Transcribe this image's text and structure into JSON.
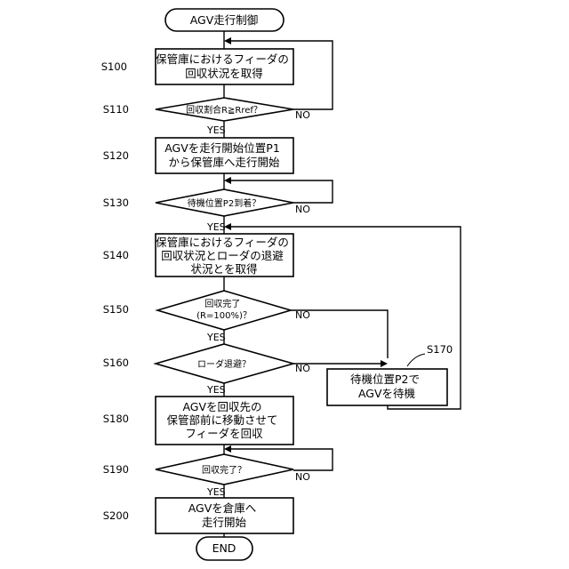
{
  "start": {
    "label": "AGV走行制御"
  },
  "end": {
    "label": "END"
  },
  "steps": {
    "s100": {
      "id": "S100",
      "lines": [
        "保管庫におけるフィーダの",
        "回収状況を取得"
      ]
    },
    "s110": {
      "id": "S110",
      "lines": [
        "回収割合R≧Rref？"
      ]
    },
    "s120": {
      "id": "S120",
      "lines": [
        "AGVを走行開始位置P1",
        "から保管庫へ走行開始"
      ]
    },
    "s130": {
      "id": "S130",
      "lines": [
        "待機位置P2到着？"
      ]
    },
    "s140": {
      "id": "S140",
      "lines": [
        "保管庫におけるフィーダの",
        "回収状況とローダの退避",
        "状況とを取得"
      ]
    },
    "s150": {
      "id": "S150",
      "lines": [
        "回収完了",
        "(R=100%)？"
      ]
    },
    "s160": {
      "id": "S160",
      "lines": [
        "ローダ退避？"
      ]
    },
    "s170": {
      "id": "S170",
      "lines": [
        "待機位置P2で",
        "AGVを待機"
      ]
    },
    "s180": {
      "id": "S180",
      "lines": [
        "AGVを回収先の",
        "保管部前に移動させて",
        "フィーダを回収"
      ]
    },
    "s190": {
      "id": "S190",
      "lines": [
        "回収完了？"
      ]
    },
    "s200": {
      "id": "S200",
      "lines": [
        "AGVを倉庫へ",
        "走行開始"
      ]
    }
  },
  "branch_labels": {
    "yes": "YES",
    "no": "NO"
  }
}
